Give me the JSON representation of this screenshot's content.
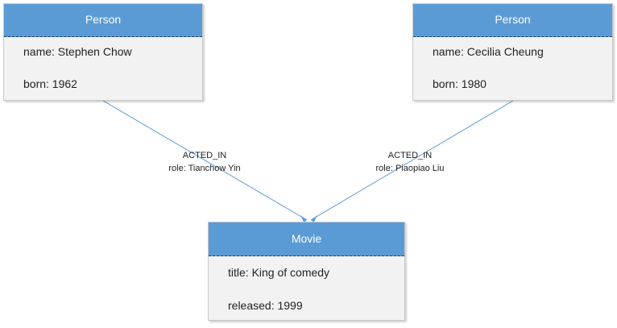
{
  "nodes": {
    "person1": {
      "label": "Person",
      "props": [
        "name: Stephen Chow",
        "born: 1962"
      ]
    },
    "person2": {
      "label": "Person",
      "props": [
        "name: Cecilia Cheung",
        "born: 1980"
      ]
    },
    "movie": {
      "label": "Movie",
      "props": [
        "title: King of comedy",
        "released: 1999"
      ]
    }
  },
  "edges": [
    {
      "type": "ACTED_IN",
      "role": "role: Tianchow Yin"
    },
    {
      "type": "ACTED_IN",
      "role": "role: Piaopiao Liu"
    }
  ],
  "colors": {
    "header": "#5b9bd5",
    "body": "#f2f2f2",
    "edge": "#5b9bd5"
  }
}
